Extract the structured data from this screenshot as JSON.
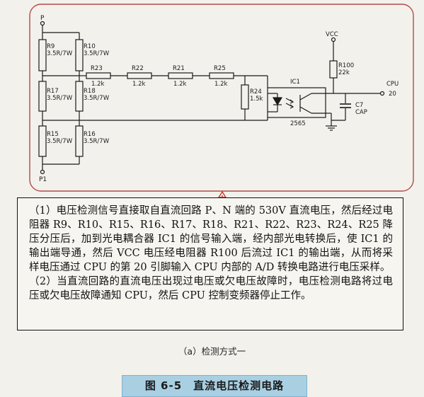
{
  "circuit": {
    "terminal_p": "P",
    "terminal_n": "P1",
    "resistors": [
      {
        "id": "r9",
        "name": "R9",
        "value": "3.5R/7W"
      },
      {
        "id": "r10",
        "name": "R10",
        "value": "3.5R/7W"
      },
      {
        "id": "r17",
        "name": "R17",
        "value": "3.5R/7W"
      },
      {
        "id": "r18",
        "name": "R18",
        "value": "3.5R/7W"
      },
      {
        "id": "r15",
        "name": "R15",
        "value": "3.5R/7W"
      },
      {
        "id": "r16",
        "name": "R16",
        "value": "3.5R/7W"
      },
      {
        "id": "r23",
        "name": "R23",
        "value": "1.2k"
      },
      {
        "id": "r22",
        "name": "R22",
        "value": "1.2k"
      },
      {
        "id": "r21",
        "name": "R21",
        "value": "1.2k"
      },
      {
        "id": "r25",
        "name": "R25",
        "value": "1.2k"
      },
      {
        "id": "r24",
        "name": "R24",
        "value": "1.5k"
      },
      {
        "id": "r100",
        "name": "R100",
        "value": "22k"
      }
    ],
    "ic1_label": "IC1",
    "ic1_part": "2565",
    "vcc": "VCC",
    "cpu_label": "CPU",
    "cpu_pin": "20",
    "cap_name": "C7",
    "cap_value": "CAP"
  },
  "description": {
    "paragraph1": "（1）电压检测信号直接取自直流回路 P、N 端的 530V 直流电压，然后经过电阻器 R9、R10、R15、R16、R17、R18、R21、R22、R23、R24、R25 降压分压后，加到光电耦合器 IC1 的信号输入端，经内部光电转换后，使 IC1 的输出端导通，然后 VCC 电压经电阻器 R100 后流过 IC1 的输出端，从而将采样电压通过 CPU 的第 20 引脚输入 CPU 内部的 A/D 转换电路进行电压采样。",
    "paragraph2": "（2）当直流回路的直流电压出现过电压或欠电压故障时，电压检测电路将过电压或欠电压故障通知 CPU，然后 CPU 控制变频器停止工作。"
  },
  "caption": "（a）检测方式一",
  "figure_title": "图 6-5　直流电压检测电路"
}
